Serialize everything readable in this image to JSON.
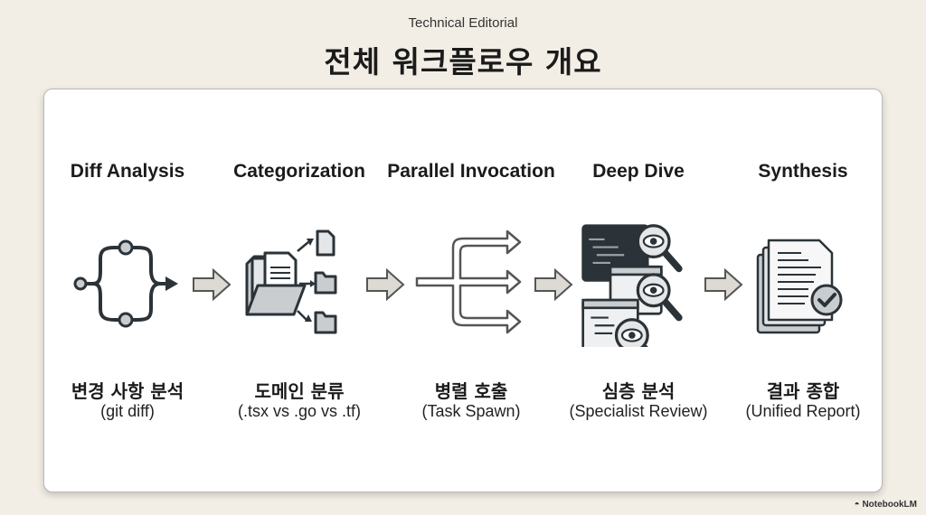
{
  "header": {
    "kicker": "Technical Editorial",
    "title": "전체 워크플로우 개요"
  },
  "steps": [
    {
      "title": "Diff Analysis",
      "kr": "변경 사항 분석",
      "sub": "(git diff)",
      "icon": "branch-merge-icon"
    },
    {
      "title": "Categorization",
      "kr": "도메인 분류",
      "sub": "(.tsx vs .go vs .tf)",
      "icon": "folder-sort-icon"
    },
    {
      "title": "Parallel Invocation",
      "kr": "병렬 호출",
      "sub": "(Task Spawn)",
      "icon": "parallel-arrows-icon"
    },
    {
      "title": "Deep Dive",
      "kr": "심층 분석",
      "sub": "(Specialist Review)",
      "icon": "code-inspect-icon"
    },
    {
      "title": "Synthesis",
      "kr": "결과 종합",
      "sub": "(Unified Report)",
      "icon": "report-check-icon"
    }
  ],
  "colors": {
    "background": "#f2eee5",
    "ink": "#2b3338",
    "fill": "#c9cdd0",
    "arrow": "#dddad3"
  },
  "brand": "NotebookLM"
}
